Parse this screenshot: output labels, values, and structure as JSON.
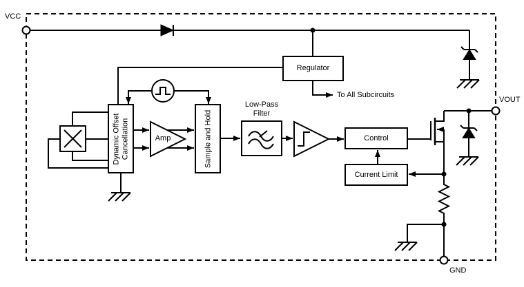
{
  "diagram": {
    "type": "ic-block-diagram",
    "terminals": {
      "vcc": "VCC",
      "vout": "VOUT",
      "gnd": "GND"
    },
    "blocks": {
      "regulator": "Regulator",
      "dynamic_offset_cancellation": "Dynamic Offset Cancellation",
      "amplifier": "Amp",
      "sample_and_hold": "Sample and Hold",
      "low_pass_filter": "Low-Pass Filter",
      "control": "Control",
      "current_limit": "Current Limit"
    },
    "annotations": {
      "to_all_subcircuits": "To All Subcircuits"
    },
    "icons": {
      "diode": "diode-icon",
      "zener": "zener-diode-icon",
      "ground": "ground-icon",
      "oscillator": "clock-oscillator-icon",
      "multiplier": "multiplier-icon",
      "mosfet": "nmos-transistor-icon",
      "resistor": "resistor-icon",
      "low_pass_wave": "low-pass-wave-icon",
      "hysteresis": "hysteresis-icon"
    },
    "colors": {
      "line": "#000000",
      "background": "#ffffff"
    }
  }
}
